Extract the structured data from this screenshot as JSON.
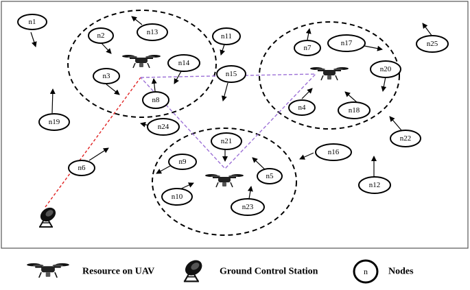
{
  "nodes": [
    {
      "id": "n1",
      "label": "n1"
    },
    {
      "id": "n2",
      "label": "n2"
    },
    {
      "id": "n3",
      "label": "n3"
    },
    {
      "id": "n4",
      "label": "n4"
    },
    {
      "id": "n5",
      "label": "n5"
    },
    {
      "id": "n6",
      "label": "n6"
    },
    {
      "id": "n7",
      "label": "n7"
    },
    {
      "id": "n8",
      "label": "n8"
    },
    {
      "id": "n9",
      "label": "n9"
    },
    {
      "id": "n10",
      "label": "n10"
    },
    {
      "id": "n11",
      "label": "n11"
    },
    {
      "id": "n12",
      "label": "n12"
    },
    {
      "id": "n13",
      "label": "n13"
    },
    {
      "id": "n14",
      "label": "n14"
    },
    {
      "id": "n15",
      "label": "n15"
    },
    {
      "id": "n16",
      "label": "n16"
    },
    {
      "id": "n17",
      "label": "n17"
    },
    {
      "id": "n18",
      "label": "n18"
    },
    {
      "id": "n19",
      "label": "n19"
    },
    {
      "id": "n20",
      "label": "n20"
    },
    {
      "id": "n21",
      "label": "n21"
    },
    {
      "id": "n22",
      "label": "n22"
    },
    {
      "id": "n23",
      "label": "n23"
    },
    {
      "id": "n24",
      "label": "n24"
    },
    {
      "id": "n25",
      "label": "n25"
    }
  ],
  "legend": {
    "uav_label": "Resource on UAV",
    "gcs_label": "Ground Control Station",
    "node_symbol": "n",
    "node_label": "Nodes"
  },
  "colors": {
    "ground_link": "#e02020",
    "uav_link": "#9b6fd6",
    "cluster_boundary": "#000000"
  }
}
